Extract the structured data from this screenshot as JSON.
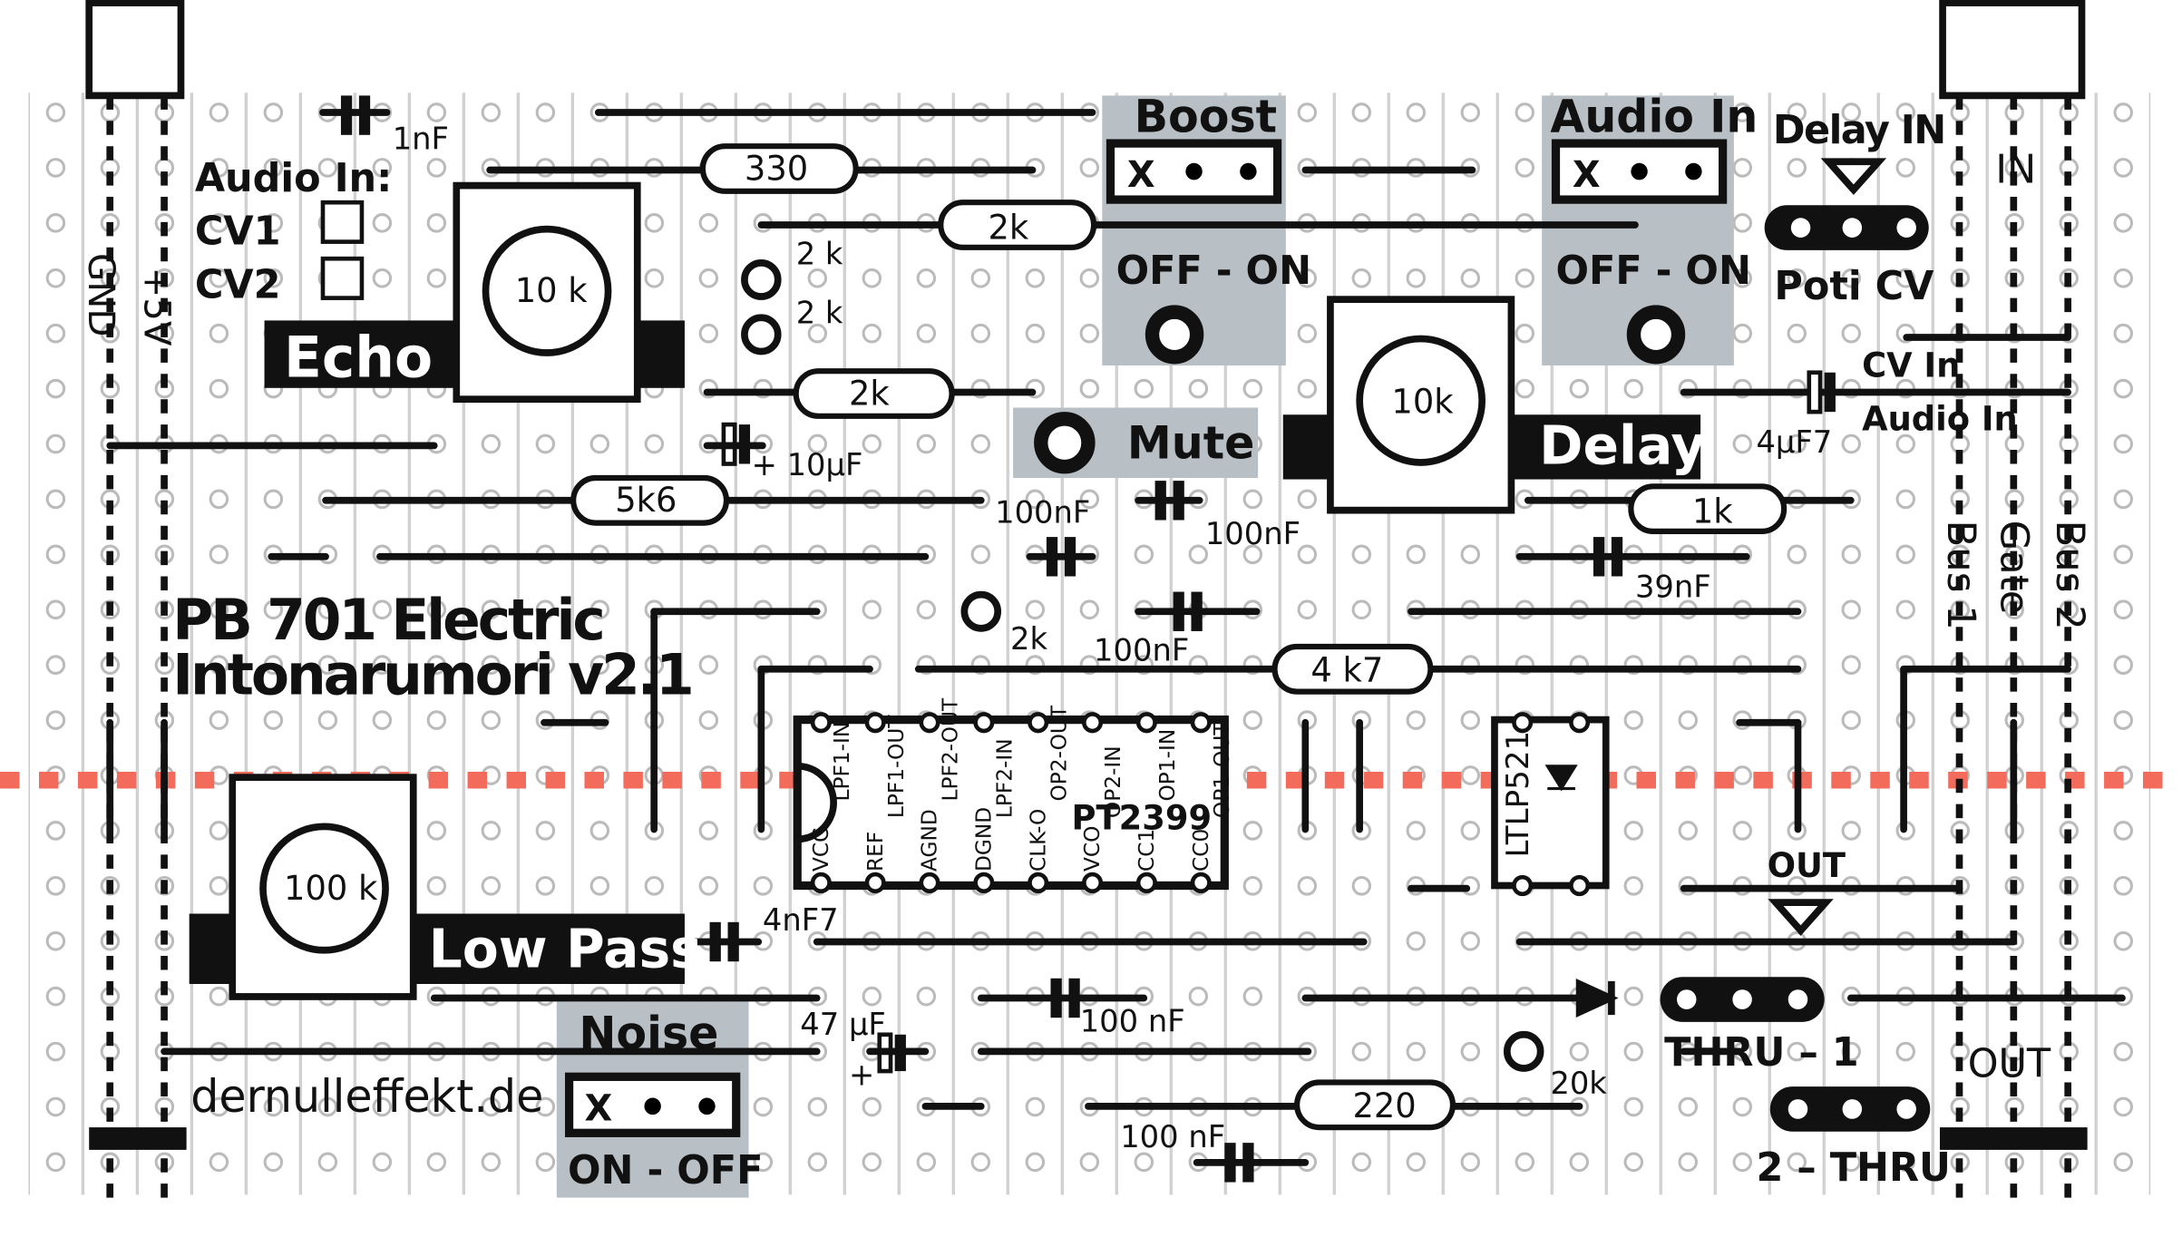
{
  "colors": {
    "cut_line": "#f26b5b",
    "panel": "#b8c0c6",
    "ink": "#111111",
    "hole": "#bbbbbb"
  },
  "power": {
    "gnd": "GND",
    "v5": "+5V"
  },
  "audio_in_select": {
    "title": "Audio In:",
    "cv1": "CV1",
    "cv2": "CV2"
  },
  "pots": {
    "echo": {
      "value": "10 k",
      "label": "Echo"
    },
    "delay": {
      "value": "10k",
      "label": "Delay"
    },
    "lowpass": {
      "value": "100 k",
      "label": "Low Pass"
    }
  },
  "switches": {
    "boost": {
      "title": "Boost",
      "state": "OFF - ON",
      "x": "X"
    },
    "audio_in": {
      "title": "Audio In",
      "state": "OFF - ON",
      "x": "X"
    },
    "noise": {
      "title": "Noise",
      "state": "ON  - OFF",
      "x": "X"
    },
    "mute": "Mute"
  },
  "components": {
    "c1nF": "1nF",
    "r330": "330",
    "r2k_a": "2k",
    "t2k_a": "2 k",
    "t2k_b": "2 k",
    "r2k_b": "2k",
    "c10uF": "+ 10µF",
    "r5k6": "5k6",
    "c100nF_a": "100nF",
    "c100nF_b": "100nF",
    "t2k_c": "2k",
    "c100nF_c": "100nF",
    "r4k7": "4 k7",
    "r1k": "1k",
    "c39nF": "39nF",
    "c4uF7": "4µF7",
    "c4nF7": "4nF7",
    "c47uF": "47 µF",
    "c100nF_d": "100 nF",
    "r220": "220",
    "c100nF_e": "100 nF",
    "t20k": "20k",
    "plus": "+"
  },
  "jack_panel": {
    "delay_in": "Delay IN",
    "poti_cv": "Poti  CV",
    "in": "IN",
    "cv_in": "CV In",
    "audio_in": "Audio In",
    "bus1": "Bus 1",
    "gate": "Gate",
    "bus2": "Bus 2",
    "out_top": "OUT",
    "thru1": "THRU – 1",
    "thru2": "2 – THRU",
    "out_bottom": "OUT"
  },
  "title": {
    "line1": "PB 701 Electric",
    "line2": "Intonarumori v2.1",
    "site": "dernulleffekt.de"
  },
  "ic": {
    "name": "PT2399",
    "top_pins": [
      "LPF1-IN",
      "LPF1-OUT",
      "LPF2-OUT",
      "LPF2-IN",
      "OP2-OUT",
      "OP2-IN",
      "OP1-IN",
      "OP1-OUT"
    ],
    "bottom_pins": [
      "VCC",
      "REF",
      "AGND",
      "DGND",
      "CLK-O",
      "VCO",
      "CC1",
      "CC0"
    ]
  },
  "opto": "LTLP521"
}
